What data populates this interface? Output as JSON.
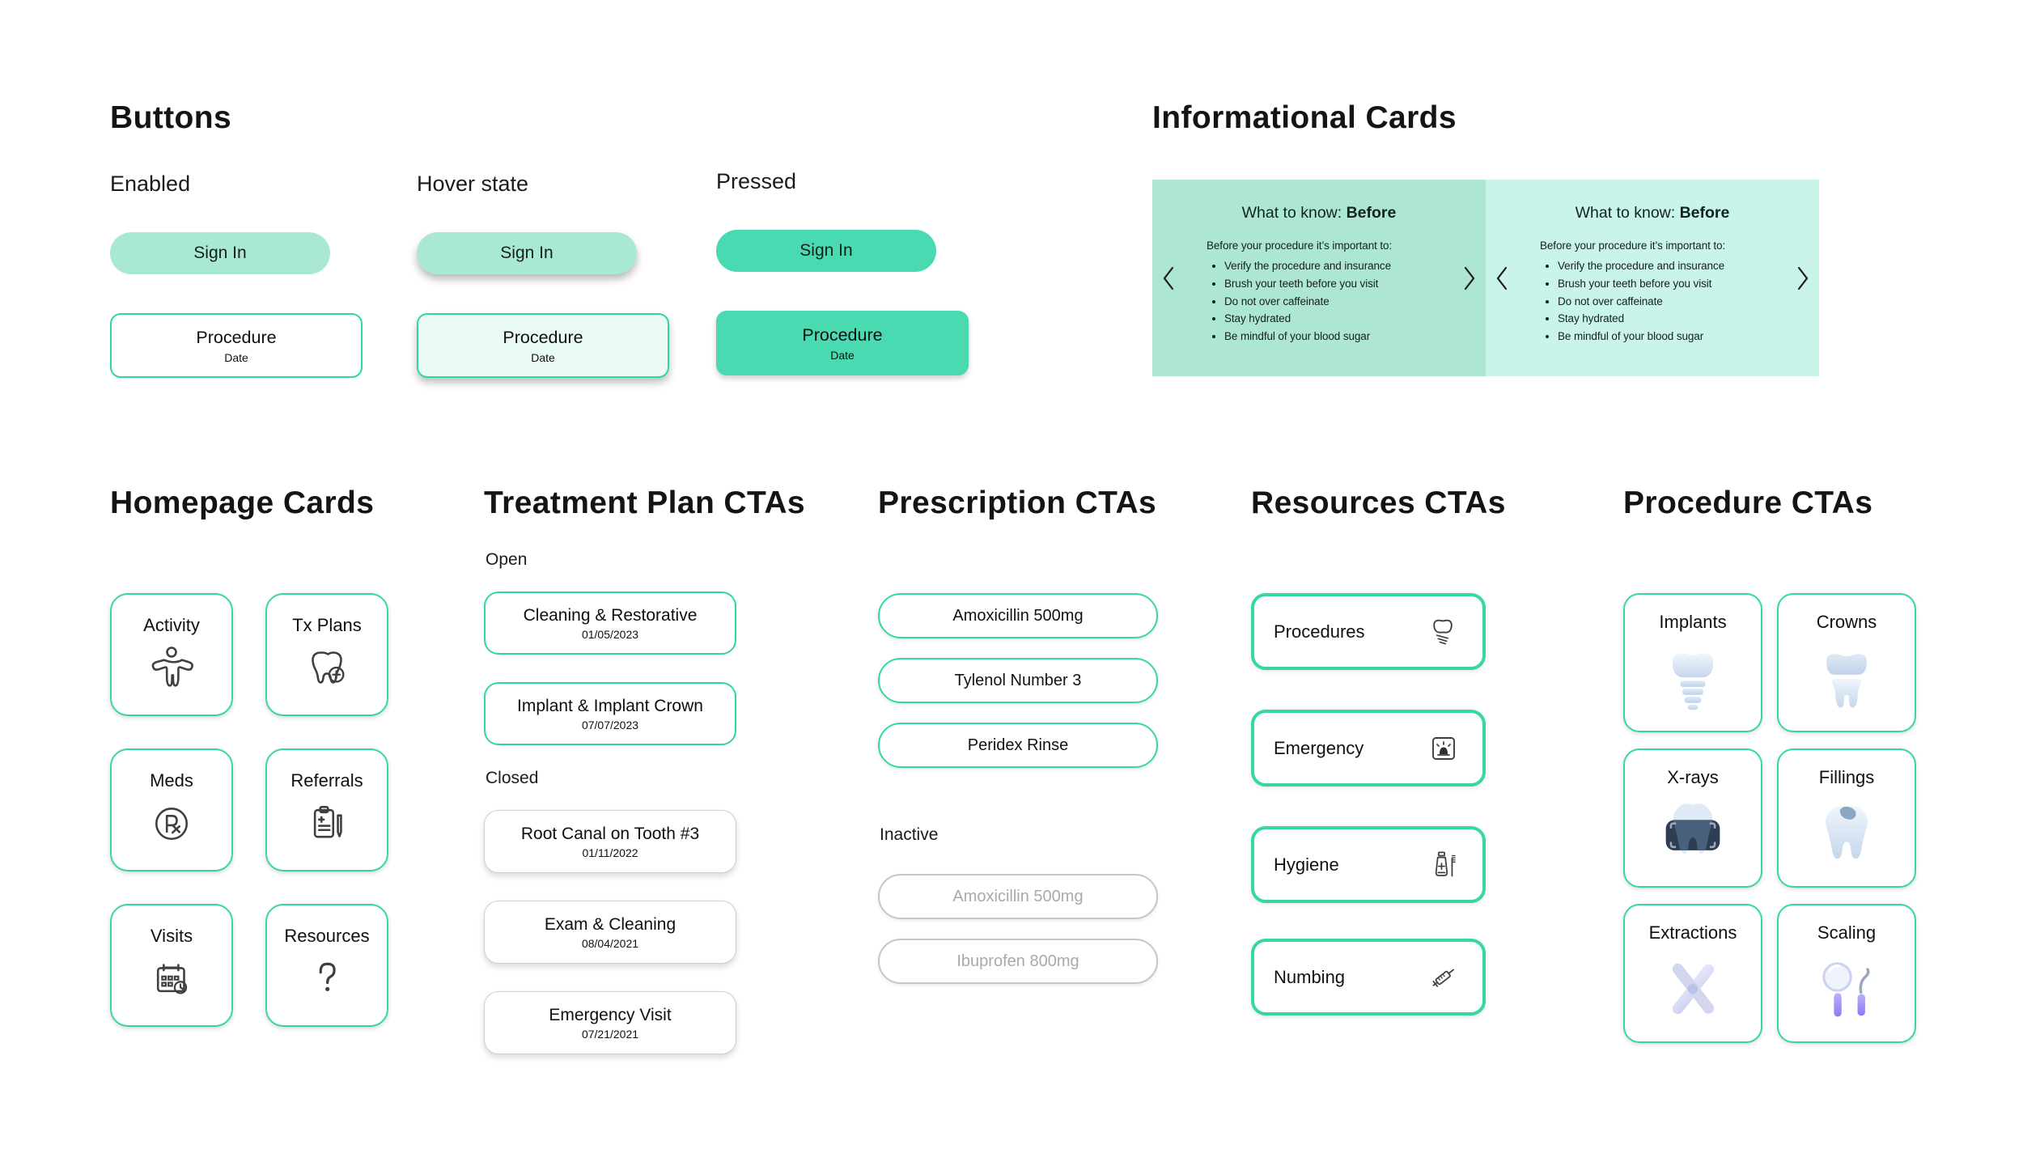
{
  "colors": {
    "accent_green": "#35d8a4",
    "mint_fill": "#a9e8d5",
    "pressed_teal": "#49dab2",
    "hover_fill": "#eafbf6",
    "info_card_dark": "#aee6d4",
    "info_card_light": "#c9f4e9",
    "inactive_border": "#c6c6c6",
    "inactive_text": "#a9a9a9"
  },
  "buttons": {
    "title": "Buttons",
    "enabled_label": "Enabled",
    "hover_label": "Hover state",
    "pressed_label": "Pressed",
    "sign_in": "Sign In",
    "procedure": "Procedure",
    "procedure_sub": "Date"
  },
  "informational": {
    "title": "Informational Cards",
    "cards": [
      {
        "heading": "What to know:",
        "heading_bold": "Before",
        "intro": "Before your procedure it’s important to:",
        "bullets": [
          "Verify the procedure and insurance",
          "Brush your teeth before you visit",
          "Do not over caffeinate",
          "Stay hydrated",
          "Be mindful of your blood sugar"
        ]
      },
      {
        "heading": "What to know:",
        "heading_bold": "Before",
        "intro": "Before your procedure it’s important to:",
        "bullets": [
          "Verify the procedure and insurance",
          "Brush your teeth before you visit",
          "Do not over caffeinate",
          "Stay hydrated",
          "Be mindful of your blood sugar"
        ]
      }
    ]
  },
  "homepage": {
    "title": "Homepage Cards",
    "cards": [
      {
        "label": "Activity",
        "icon": "person-icon"
      },
      {
        "label": "Tx Plans",
        "icon": "tooth-plus-icon"
      },
      {
        "label": "Meds",
        "icon": "rx-circle-icon"
      },
      {
        "label": "Referrals",
        "icon": "clipboard-pencil-icon"
      },
      {
        "label": "Visits",
        "icon": "calendar-clock-icon"
      },
      {
        "label": "Resources",
        "icon": "question-mark-icon"
      }
    ]
  },
  "treatment": {
    "title": "Treatment Plan CTAs",
    "open_label": "Open",
    "closed_label": "Closed",
    "open": [
      {
        "name": "Cleaning & Restorative",
        "date": "01/05/2023"
      },
      {
        "name": "Implant & Implant Crown",
        "date": "07/07/2023"
      }
    ],
    "closed": [
      {
        "name": "Root Canal on Tooth #3",
        "date": "01/11/2022"
      },
      {
        "name": "Exam & Cleaning",
        "date": "08/04/2021"
      },
      {
        "name": "Emergency Visit",
        "date": "07/21/2021"
      }
    ]
  },
  "prescriptions": {
    "title": "Prescription CTAs",
    "inactive_label": "Inactive",
    "active": [
      "Amoxicillin 500mg",
      "Tylenol Number 3",
      "Peridex Rinse"
    ],
    "inactive": [
      "Amoxicillin 500mg",
      "Ibuprofen 800mg"
    ]
  },
  "resources": {
    "title": "Resources CTAs",
    "items": [
      {
        "label": "Procedures",
        "icon": "implant-outline-icon"
      },
      {
        "label": "Emergency",
        "icon": "siren-icon"
      },
      {
        "label": "Hygiene",
        "icon": "toothpaste-toothbrush-icon"
      },
      {
        "label": "Numbing",
        "icon": "syringe-icon"
      }
    ]
  },
  "procedures": {
    "title": "Procedure CTAs",
    "items": [
      {
        "label": "Implants",
        "icon": "implant-3d-icon"
      },
      {
        "label": "Crowns",
        "icon": "crown-3d-icon"
      },
      {
        "label": "X-rays",
        "icon": "xray-3d-icon"
      },
      {
        "label": "Fillings",
        "icon": "filling-3d-icon"
      },
      {
        "label": "Extractions",
        "icon": "forceps-3d-icon"
      },
      {
        "label": "Scaling",
        "icon": "scaler-3d-icon"
      }
    ]
  }
}
